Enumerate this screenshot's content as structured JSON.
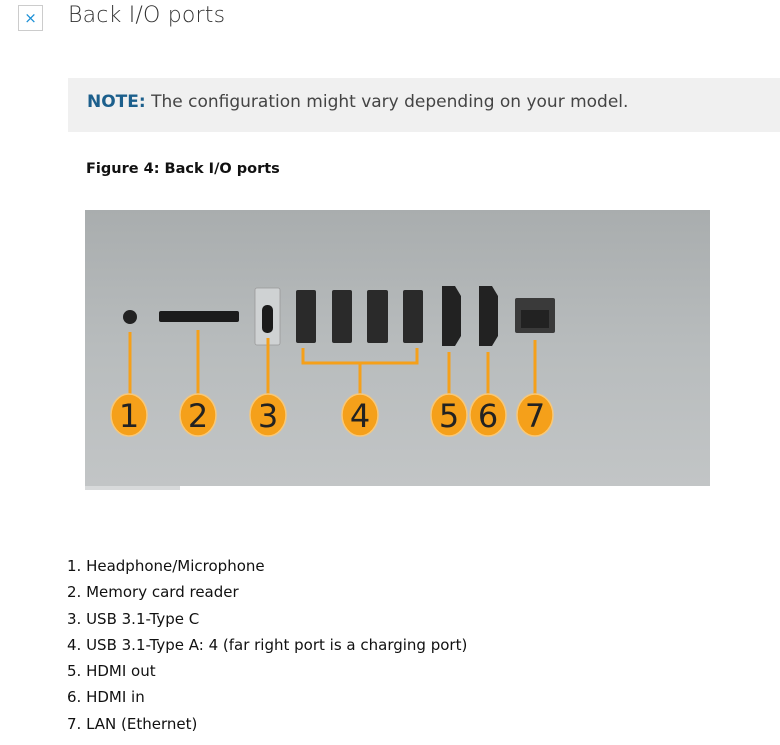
{
  "header": {
    "close_label": "×",
    "title": "Back I/O ports"
  },
  "note": {
    "label": "NOTE:",
    "text": "The configuration might vary depending on your model."
  },
  "figure": {
    "caption": "Figure 4: Back I/O ports",
    "callouts": [
      "1",
      "2",
      "3",
      "4",
      "5",
      "6",
      "7"
    ],
    "accent": "#f5a01a"
  },
  "ports": [
    "1. Headphone/Microphone",
    "2. Memory card reader",
    "3. USB 3.1-Type C",
    "4. USB 3.1-Type A: 4 (far right port is a charging port)",
    "5. HDMI out",
    "6. HDMI in",
    "7. LAN (Ethernet)"
  ]
}
